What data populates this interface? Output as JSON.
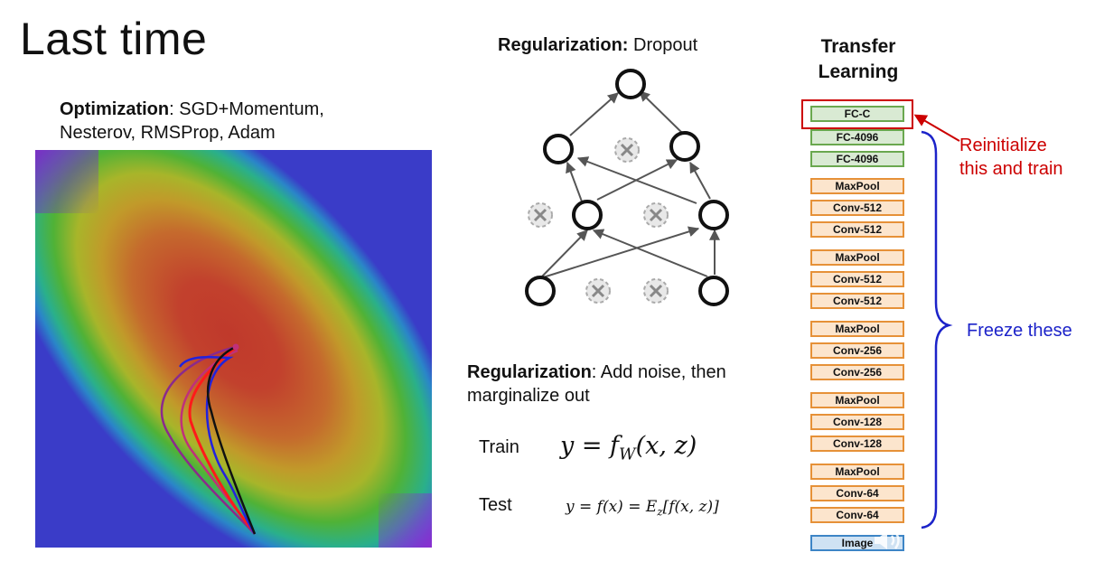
{
  "slide": {
    "title": "Last time"
  },
  "optimization": {
    "label": "Optimization",
    "text": ": SGD+Momentum, Nesterov, RMSProp, Adam"
  },
  "dropout": {
    "label": "Regularization:",
    "text": " Dropout"
  },
  "noise": {
    "label": "Regularization",
    "text": ": Add noise, then marginalize out",
    "train_label": "Train",
    "train_equation": "y = f",
    "train_equation_sub": "W",
    "train_equation_args": "(x, z)",
    "test_label": "Test",
    "test_equation": "y = f(x) = E",
    "test_equation_sub": "z",
    "test_equation_tail": "[f(x, z)]"
  },
  "transfer": {
    "title_line1": "Transfer",
    "title_line2": "Learning",
    "layers": [
      "FC-C",
      "FC-4096",
      "FC-4096",
      "MaxPool",
      "Conv-512",
      "Conv-512",
      "MaxPool",
      "Conv-512",
      "Conv-512",
      "MaxPool",
      "Conv-256",
      "Conv-256",
      "MaxPool",
      "Conv-128",
      "Conv-128",
      "MaxPool",
      "Conv-64",
      "Conv-64",
      "Image"
    ],
    "reinit_line1": "Reinitialize",
    "reinit_line2": "this and train",
    "freeze_text": "Freeze these"
  },
  "colors": {
    "highlight_red": "#cc0000",
    "freeze_blue": "#1c23c9",
    "conv_orange": "#e69138",
    "fc_green": "#6aa84f",
    "image_blue": "#3d85c6"
  },
  "icons": {
    "dropped_neuron": "x-circle-icon",
    "sound": "sound-icon"
  }
}
